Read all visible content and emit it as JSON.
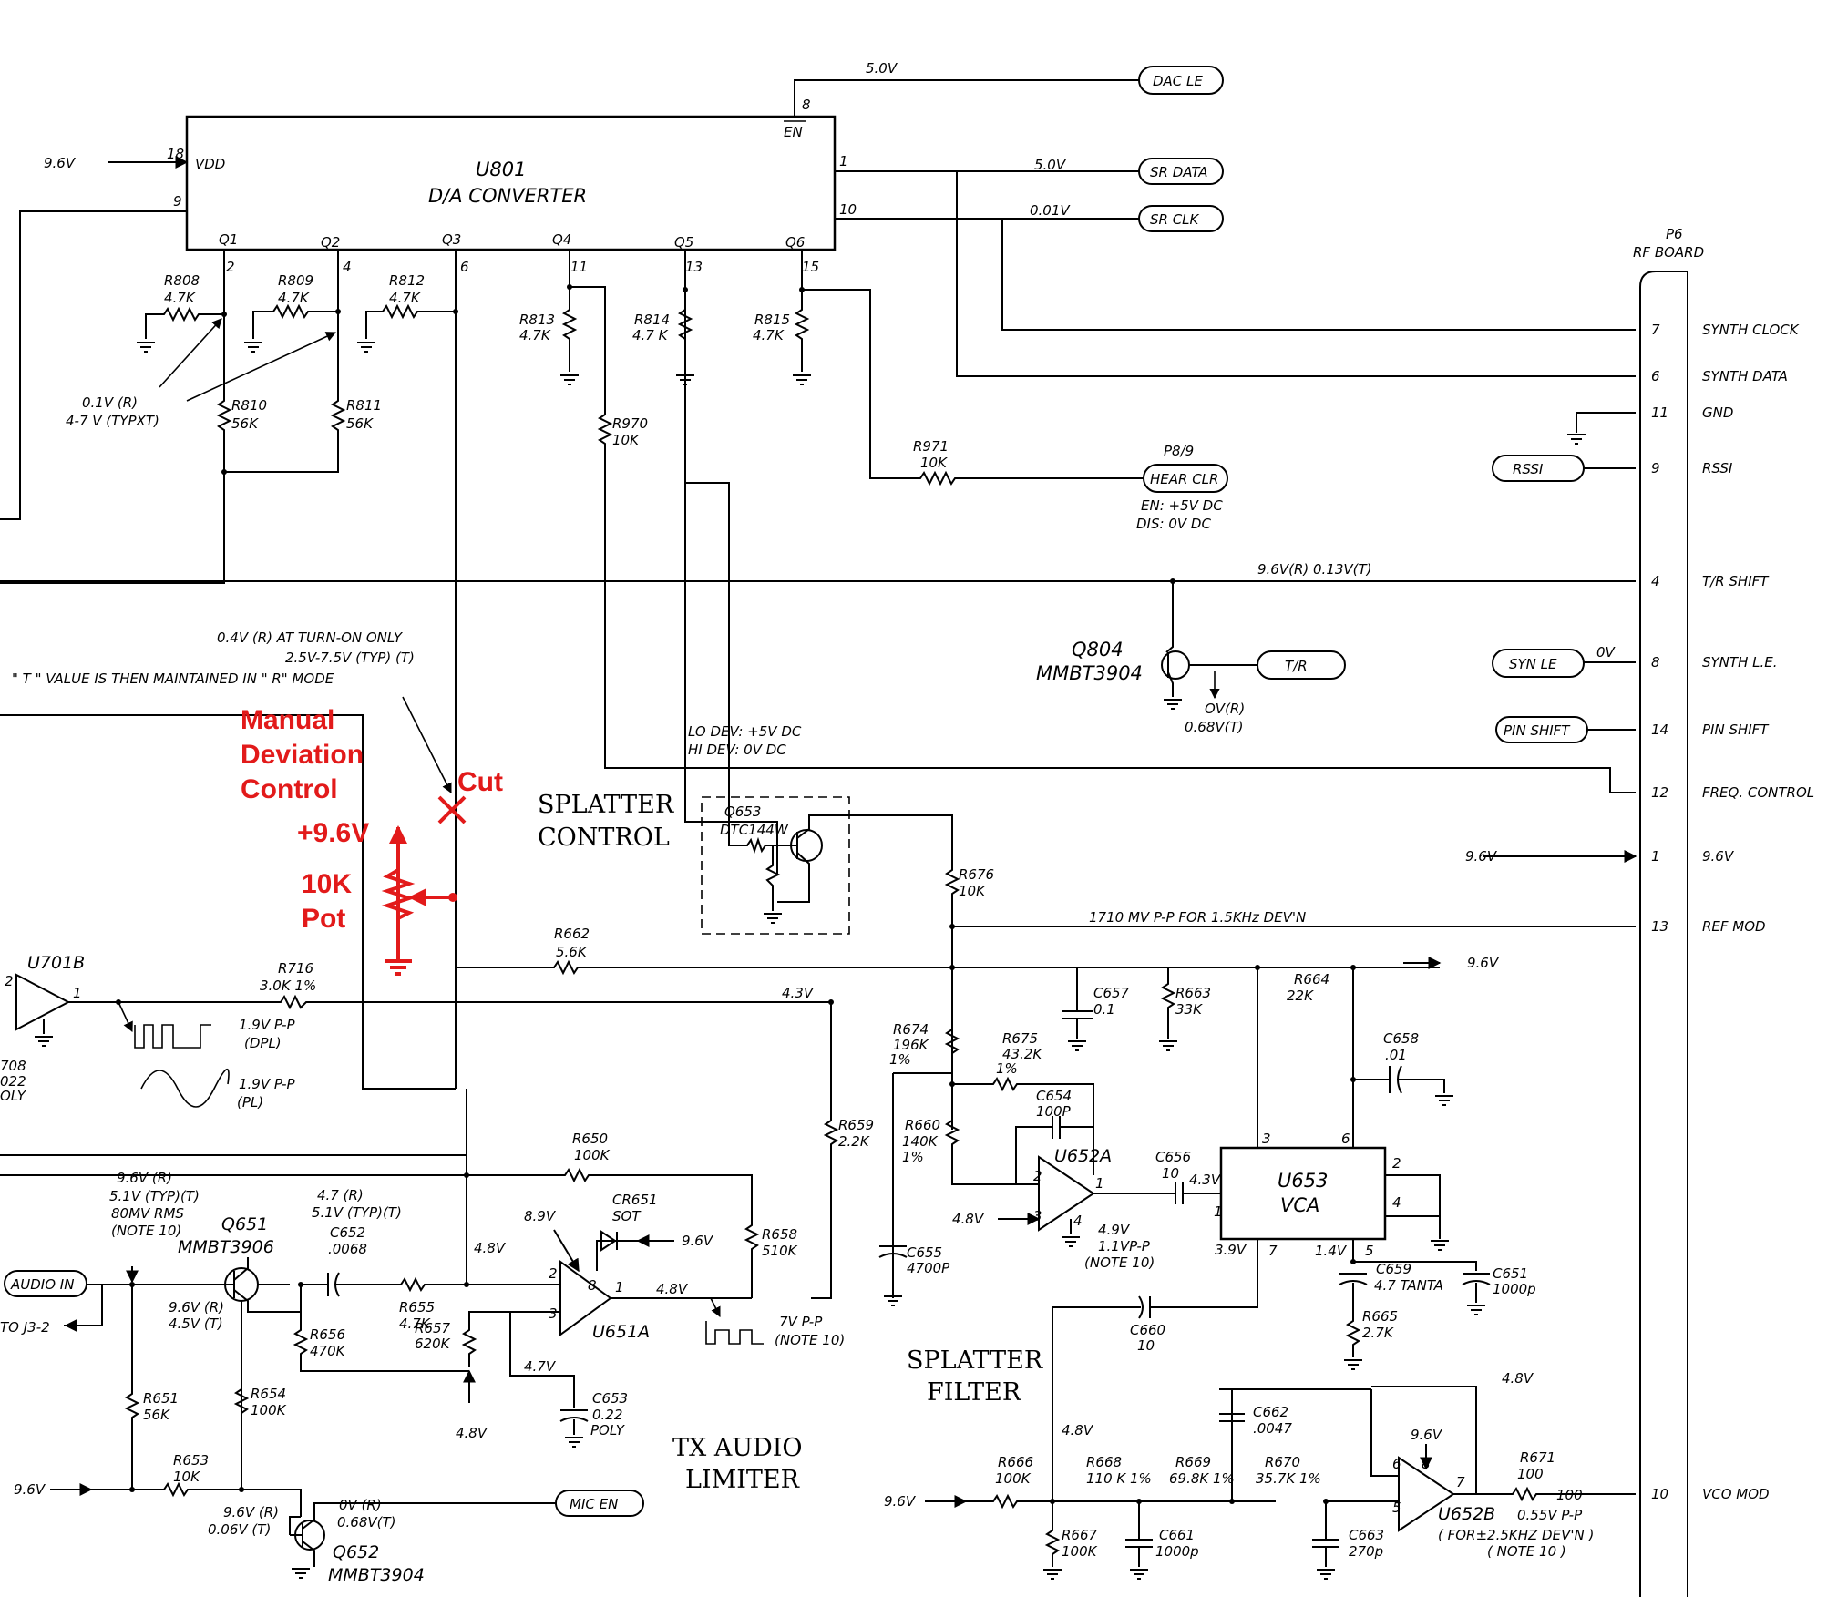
{
  "u801": {
    "ref": "U801",
    "name": "D/A CONVERTER",
    "vdd": "VDD",
    "en": "EN",
    "pins": {
      "p18": "18",
      "p9": "9",
      "p8": "8",
      "p1": "1",
      "p10": "10",
      "p2": "2",
      "p4": "4",
      "p6": "6",
      "p11": "11",
      "p13": "13",
      "p15": "15"
    },
    "outs": [
      "Q1",
      "Q2",
      "Q3",
      "Q4",
      "Q5",
      "Q6"
    ]
  },
  "rails": {
    "v96": "9.6V",
    "v50a": "5.0V",
    "v50b": "5.0V",
    "v001": "0.01V",
    "v96b": "9.6V",
    "v96c": "9.6V",
    "v96d": "9.6V",
    "v96e": "9.6V",
    "v96f": "9.6V",
    "v96g": "9.6V",
    "v96h": "9.6V"
  },
  "pills": {
    "dac_le": "DAC LE",
    "sr_data": "SR DATA",
    "sr_clk": "SR CLK",
    "hear_clr": "HEAR CLR",
    "rssi": "RSSI",
    "tr": "T/R",
    "syn_le": "SYN LE",
    "pin_shift": "PIN SHIFT",
    "audio_in": "AUDIO IN",
    "mic_en": "MIC EN"
  },
  "p89": {
    "ref": "P8/9",
    "en": "EN: +5V DC",
    "dis": "DIS: 0V DC"
  },
  "p6": {
    "ref": "P6",
    "board": "RF BOARD",
    "pins": [
      {
        "num": "7",
        "name": "SYNTH CLOCK"
      },
      {
        "num": "6",
        "name": "SYNTH DATA"
      },
      {
        "num": "11",
        "name": "GND"
      },
      {
        "num": "9",
        "name": "RSSI"
      },
      {
        "num": "4",
        "name": "T/R SHIFT"
      },
      {
        "num": "8",
        "name": "SYNTH L.E."
      },
      {
        "num": "14",
        "name": "PIN SHIFT"
      },
      {
        "num": "12",
        "name": "FREQ. CONTROL"
      },
      {
        "num": "1",
        "name": "9.6V"
      },
      {
        "num": "13",
        "name": "REF MOD"
      },
      {
        "num": "10",
        "name": "VCO MOD"
      }
    ]
  },
  "resistors": {
    "r808": [
      "R808",
      "4.7K"
    ],
    "r809": [
      "R809",
      "4.7K"
    ],
    "r812": [
      "R812",
      "4.7K"
    ],
    "r813": [
      "R813",
      "4.7K"
    ],
    "r814": [
      "R814",
      "4.7 K"
    ],
    "r815": [
      "R815",
      "4.7K"
    ],
    "r810": [
      "R810",
      "56K"
    ],
    "r811": [
      "R811",
      "56K"
    ],
    "r970": [
      "R970",
      "10K"
    ],
    "r971": [
      "R971",
      "10K"
    ],
    "r676": [
      "R676",
      "10K"
    ],
    "r662": [
      "R662",
      "5.6K"
    ],
    "r716": [
      "R716",
      "3.0K 1%"
    ],
    "r663": [
      "R663",
      "33K"
    ],
    "r664": [
      "R664",
      "22K"
    ],
    "r674": [
      "R674",
      "196K",
      "1%"
    ],
    "r675": [
      "R675",
      "43.2K",
      "1%"
    ],
    "r660": [
      "R660",
      "140K",
      "1%"
    ],
    "r659": [
      "R659",
      "2.2K"
    ],
    "r650": [
      "R650",
      "100K"
    ],
    "r658": [
      "R658",
      "510K"
    ],
    "r655": [
      "R655",
      "4.7K"
    ],
    "r656": [
      "R656",
      "470K"
    ],
    "r657": [
      "R657",
      "620K"
    ],
    "r651": [
      "R651",
      "56K"
    ],
    "r654": [
      "R654",
      "100K"
    ],
    "r653": [
      "R653",
      "10K"
    ],
    "r665": [
      "R665",
      "2.7K"
    ],
    "r666": [
      "R666",
      "100K"
    ],
    "r667": [
      "R667",
      "100K"
    ],
    "r668": [
      "R668",
      "110 K 1%"
    ],
    "r669": [
      "R669",
      "69.8K 1%"
    ],
    "r670": [
      "R670",
      "35.7K 1%"
    ],
    "r671": [
      "R671",
      "100"
    ]
  },
  "caps": {
    "c657": [
      "C657",
      "0.1"
    ],
    "c658": [
      "C658",
      ".01"
    ],
    "c654": [
      "C654",
      "100P"
    ],
    "c656": [
      "C656",
      "10"
    ],
    "c655": [
      "C655",
      "4700P"
    ],
    "c652": [
      "C652",
      ".0068"
    ],
    "c653": [
      "C653",
      "0.22",
      "POLY"
    ],
    "c659": [
      "C659",
      "4.7 TANTA"
    ],
    "c651": [
      "C651",
      "1000p"
    ],
    "c660": [
      "C660",
      "10"
    ],
    "c662": [
      "C662",
      ".0047"
    ],
    "c661": [
      "C661",
      "1000p"
    ],
    "c663": [
      "C663",
      "270p"
    ]
  },
  "transistors": {
    "q804": [
      "Q804",
      "MMBT3904"
    ],
    "q653": [
      "Q653",
      "DTC144W"
    ],
    "q651": [
      "Q651",
      "MMBT3906"
    ],
    "q652": [
      "Q652",
      "MMBT3904"
    ]
  },
  "ics": {
    "u701b": "U701B",
    "u652a": "U652A",
    "u651a": "U651A",
    "u652b": "U652B",
    "u653_ref": "U653",
    "u653_name": "VCA",
    "cr651": "CR651",
    "cr651_val": "SOT"
  },
  "notes": {
    "q1_level": "0.1V (R)",
    "q1_typ": "4-7 V (TYPXT)",
    "tr_shift_v": "9.6V(R)   0.13V(T)",
    "q804_ov": "OV(R)",
    "q804_068": "0.68V(T)",
    "syn_ov": "0V",
    "turn_on": "0.4V (R) AT TURN-ON ONLY",
    "typ_t": "2.5V-7.5V (TYP) (T)",
    "t_value": "\" T \"  VALUE   IS  THEN  MAINTAINED  IN \" R\" MODE",
    "lo_dev": "LO DEV: +5V DC",
    "hi_dev": "HI DEV: 0V DC",
    "ref_mod": "1710 MV P-P  FOR 1.5KHz DEV'N",
    "v43": "4.3V",
    "dpl": "1.9V P-P",
    "dpl2": "(DPL)",
    "pl": "1.9V P-P",
    "pl2": "(PL)",
    "u708": "708",
    "u022": "022",
    "poly": "OLY",
    "r_left": "2",
    "q651_96": "9.6V (R)",
    "q651_51": "5.1V (TYP)(T)",
    "q651_80": "80MV RMS",
    "q651_note": "(NOTE 10)",
    "c652_47": "4.7 (R)",
    "c652_51": "5.1V (TYP)(T)",
    "v48a": "4.8V",
    "v89": "8.9V",
    "v48b": "4.8V",
    "v48c": "4.8V",
    "v47": "4.7V",
    "v48d": "4.8V",
    "v43b": "4.3V",
    "v49": "4.9V",
    "v11": "1.1VP-P",
    "note10a": "(NOTE 10)",
    "v39": "3.9V",
    "v14": "1.4V",
    "v48e": "4.8V",
    "v48f": "4.8V",
    "v7pp": "7V P-P",
    "note10b": "(NOTE 10)",
    "q651_96b": "9.6V (R)",
    "q651_45": "4.5V (T)",
    "to_j3": "TO  J3-2",
    "q652_96": "9.6V (R)",
    "q652_006": "0.06V (T)",
    "q652_0v": "0V (R)",
    "q652_068": "0.68V(T)",
    "vco_100": "100",
    "vco_055": "0.55V P-P",
    "vco_for": "( FOR±2.5KHZ DEV'N )",
    "vco_note": "( NOTE 10 )"
  },
  "sections": {
    "splatter_control": [
      "SPLATTER",
      "CONTROL"
    ],
    "splatter_filter": [
      "SPLATTER",
      "FILTER"
    ],
    "tx_audio": [
      "TX AUDIO",
      "LIMITER"
    ]
  },
  "mod": {
    "manual": [
      "Manual",
      "Deviation",
      "Control"
    ],
    "cut": "Cut",
    "plus": "+9.6V",
    "pot": [
      "10K",
      "Pot"
    ]
  }
}
